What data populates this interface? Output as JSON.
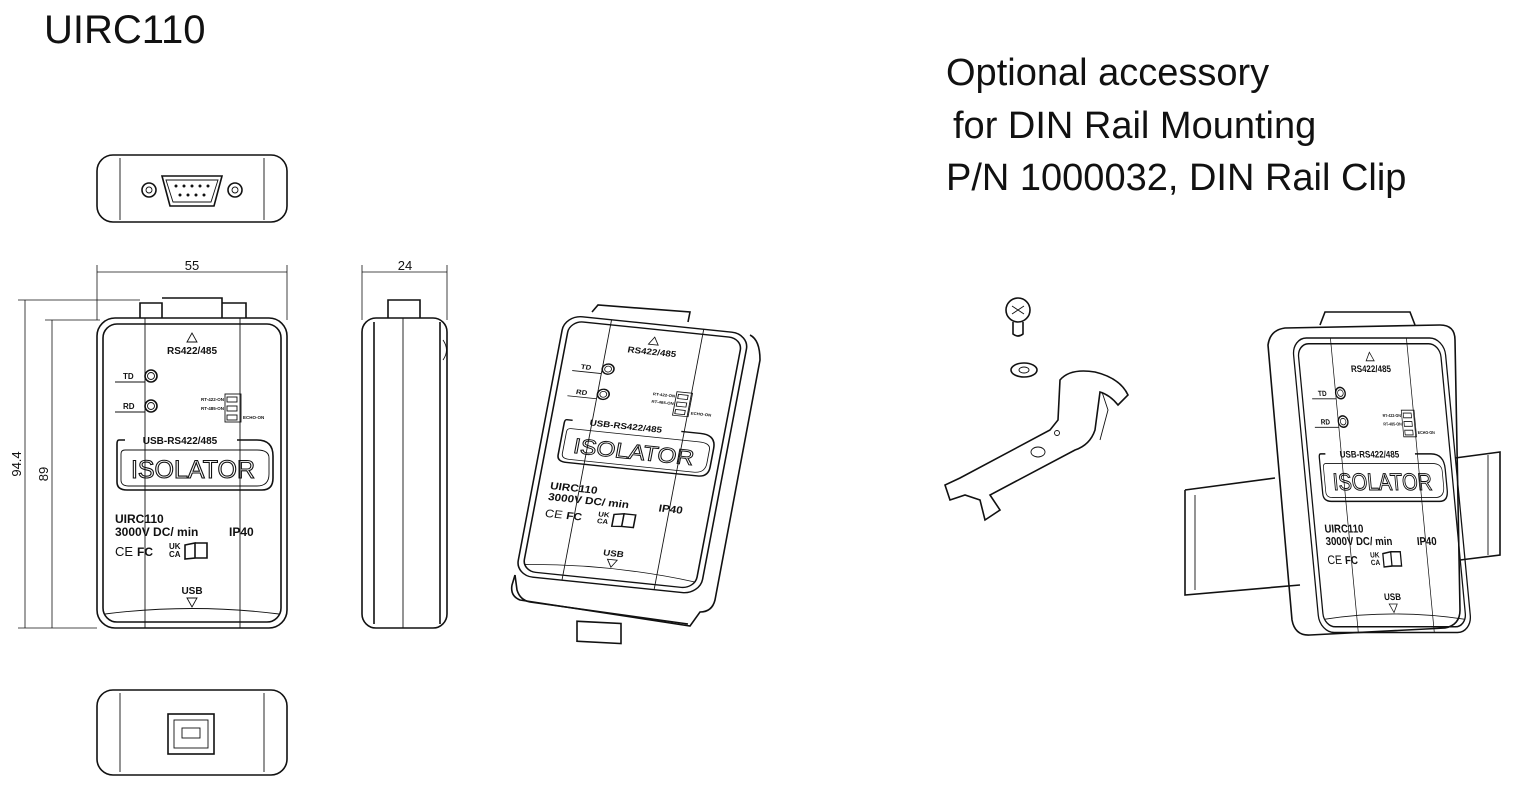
{
  "title": "UIRC110",
  "accessory": {
    "line1": "Optional accessory",
    "line2": "for DIN Rail Mounting",
    "line3": "P/N 1000032, DIN Rail Clip"
  },
  "dimensions": {
    "width": "55",
    "depth": "24",
    "overall_height": "94.4",
    "body_height": "89"
  },
  "device_label": {
    "port_top": "RS422/485",
    "td": "TD",
    "rd": "RD",
    "switch1": "RT-422-ON",
    "switch2": "RT-485-ON",
    "switch3": "ECHO-ON",
    "product_line": "USB-RS422/485",
    "product_name": "ISOLATOR",
    "model": "UIRC110",
    "isolation": "3000V DC/ min",
    "ip_rating": "IP40",
    "ce": "CE",
    "fc": "FC",
    "uk": "UK",
    "ca": "CA",
    "port_bottom": "USB"
  }
}
